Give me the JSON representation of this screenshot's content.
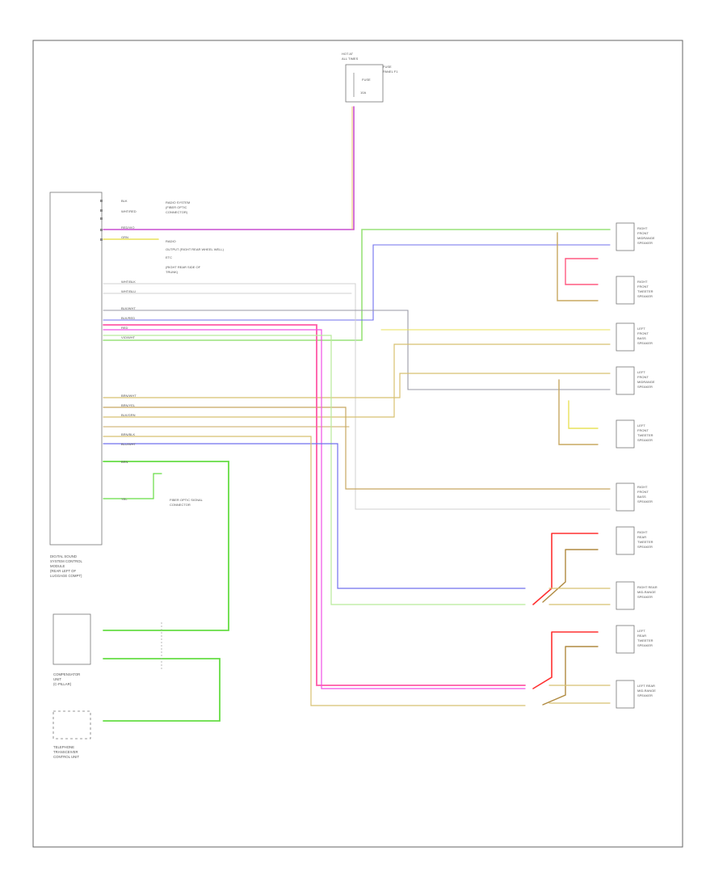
{
  "page_label": "",
  "top_component": {
    "lines": [
      "HOT AT",
      "ALL TIMES"
    ],
    "fuse_label": [
      "FUSE",
      "PANEL F1"
    ],
    "fuse_name": "FUSE",
    "amps": "10A"
  },
  "control_module": {
    "lines": [
      "DIGITAL SOUND",
      "SYSTEM CONTROL",
      "MODULE",
      "(REAR LEFT OF",
      "LUGGAGE COMPT)"
    ]
  },
  "compensator": {
    "lines": [
      "COMPENSATOR",
      "UNIT",
      "(C-PILLAR)"
    ]
  },
  "telephone": {
    "lines": [
      "TELEPHONE",
      "TRANSCEIVER",
      "CONTROL UNIT"
    ]
  },
  "speakers": [
    {
      "lines": [
        "RIGHT",
        "FRONT",
        "MIDRANGE",
        "SPEAKER"
      ]
    },
    {
      "lines": [
        "RIGHT",
        "FRONT",
        "TWEETER",
        "SPEAKER"
      ]
    },
    {
      "lines": [
        "LEFT",
        "FRONT",
        "BASS",
        "SPEAKER"
      ]
    },
    {
      "lines": [
        "LEFT",
        "FRONT",
        "MIDRANGE",
        "SPEAKER"
      ]
    },
    {
      "lines": [
        "LEFT",
        "FRONT",
        "TWEETER",
        "SPEAKER"
      ]
    },
    {
      "lines": [
        "RIGHT",
        "FRONT",
        "BASS",
        "SPEAKER"
      ]
    },
    {
      "lines": [
        "RIGHT",
        "REAR",
        "TWEETER",
        "SPEAKER"
      ]
    },
    {
      "lines": [
        "RIGHT REAR",
        "MID-RANGE",
        "SPEAKER"
      ]
    },
    {
      "lines": [
        "LEFT",
        "REAR",
        "TWEETER",
        "SPEAKER"
      ]
    },
    {
      "lines": [
        "LEFT REAR",
        "MID-RANGE",
        "SPEAKER"
      ]
    }
  ],
  "notes": {
    "radio_note": [
      "RADIO SYSTEM",
      "(FIBER OPTIC",
      "CONNECTOR)"
    ],
    "ground_note": [
      "RADIO",
      "OUTPUT (RIGHT REAR WHEEL WELL)",
      "ETC",
      "(RIGHT REAR SIDE OF",
      "TRUNK)"
    ],
    "fiber_note": [
      "FIBER OPTIC SIGNAL",
      "CONNECTOR"
    ]
  },
  "wire_labels": {
    "wht_blk": "WHT/BLK",
    "wht_blu": "WHT/BLU",
    "brn": "BRN",
    "red_vio": "RED/VIO",
    "wht_red": "WHT/RED",
    "blk_wht": "BLK/WHT",
    "blk_red": "BLK/RED",
    "brn_wht": "BRN/WHT",
    "blk_grn": "BLK/GRN",
    "brn_yel": "BRN/YEL",
    "red": "RED",
    "blk": "BLK",
    "yel": "YEL",
    "blu_wht": "BLU/WHT",
    "grn": "GRN",
    "vio_wht": "VIO/WHT",
    "brn_blk": "BRN/BLK"
  },
  "colors": {
    "violet": "#c84fd0",
    "pink": "#ff5aa8",
    "magenta": "#f050e6",
    "red": "#ff3030",
    "yellow": "#e9e25a",
    "tan": "#c8a860",
    "brown": "#b08a40",
    "green": "#66dd44",
    "lightgreen": "#99e27a",
    "blue": "#7070ee",
    "gray": "#9a9aa6",
    "lightgray": "#c8c8c8",
    "orange": "#e8b84a"
  }
}
